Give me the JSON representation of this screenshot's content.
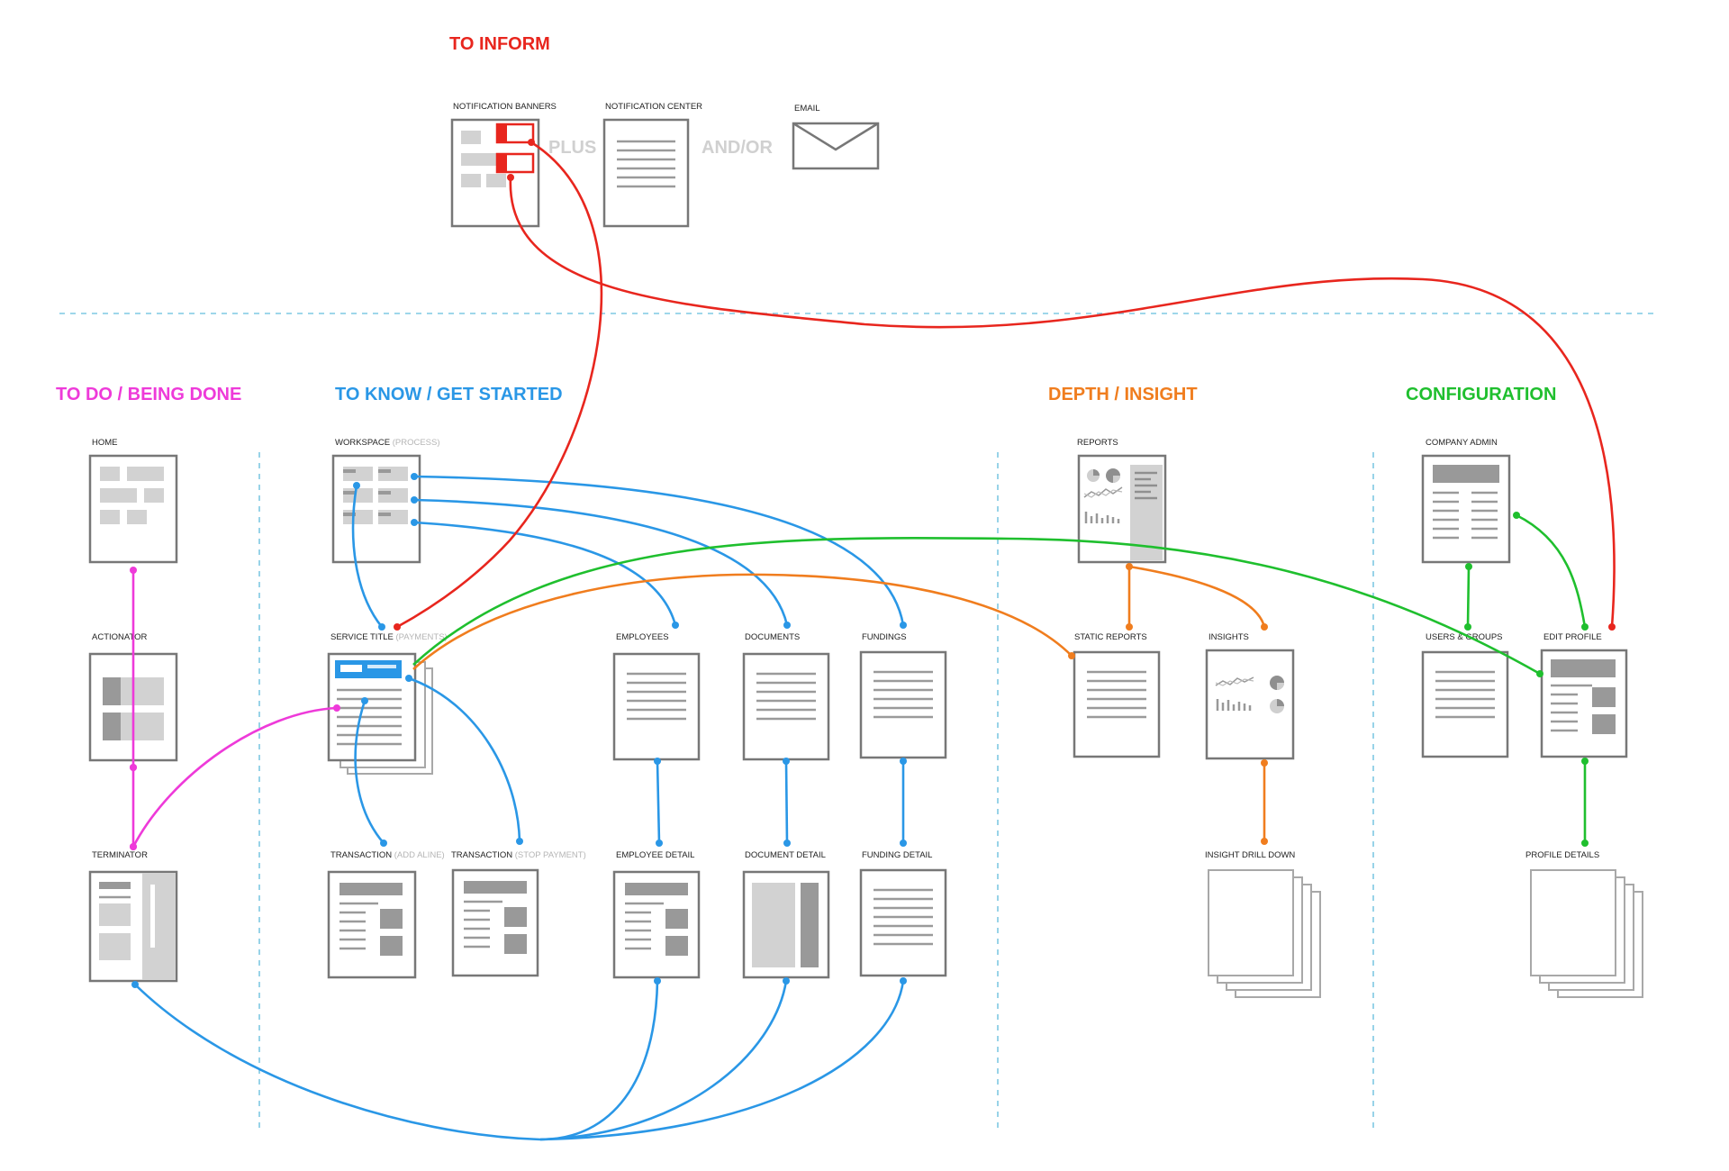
{
  "sections": {
    "inform": {
      "title": "TO INFORM",
      "color": "#e8261e"
    },
    "todo": {
      "title": "TO DO / BEING DONE",
      "color": "#ee3ad9"
    },
    "know": {
      "title": "TO KNOW / GET STARTED",
      "color": "#2a97e6"
    },
    "depth": {
      "title": "DEPTH / INSIGHT",
      "color": "#f07d1e"
    },
    "config": {
      "title": "CONFIGURATION",
      "color": "#1fbf2e"
    }
  },
  "connectors": {
    "plus": "PLUS",
    "andor": "AND/OR"
  },
  "nodes": {
    "notification_banners": {
      "label": "NOTIFICATION BANNERS"
    },
    "notification_center": {
      "label": "NOTIFICATION CENTER"
    },
    "email": {
      "label": "EMAIL"
    },
    "home": {
      "label": "HOME"
    },
    "actionator": {
      "label": "ACTIONATOR"
    },
    "terminator": {
      "label": "TERMINATOR"
    },
    "workspace": {
      "label": "WORKSPACE",
      "sub": "(PROCESS)"
    },
    "service_title": {
      "label": "SERVICE TITLE",
      "sub": "(PAYMENTS)"
    },
    "transaction_add": {
      "label": "TRANSACTION",
      "sub": "(ADD ALINE)"
    },
    "transaction_stop": {
      "label": "TRANSACTION",
      "sub": "(STOP PAYMENT)"
    },
    "employees": {
      "label": "EMPLOYEES"
    },
    "documents": {
      "label": "DOCUMENTS"
    },
    "fundings": {
      "label": "FUNDINGS"
    },
    "employee_detail": {
      "label": "EMPLOYEE DETAIL"
    },
    "document_detail": {
      "label": "DOCUMENT DETAIL"
    },
    "funding_detail": {
      "label": "FUNDING DETAIL"
    },
    "reports": {
      "label": "REPORTS"
    },
    "static_reports": {
      "label": "STATIC REPORTS"
    },
    "insights": {
      "label": "INSIGHTS"
    },
    "insight_drill_down": {
      "label": "INSIGHT DRILL DOWN"
    },
    "company_admin": {
      "label": "COMPANY ADMIN"
    },
    "users_groups": {
      "label": "USERS & GROUPS"
    },
    "edit_profile": {
      "label": "EDIT PROFILE"
    },
    "profile_details": {
      "label": "PROFILE DETAILS"
    }
  },
  "edges": [
    {
      "from": "actionator",
      "to": "home",
      "color": "#ee3ad9"
    },
    {
      "from": "terminator",
      "to": "actionator",
      "color": "#ee3ad9"
    },
    {
      "from": "terminator",
      "to": "service_title",
      "color": "#ee3ad9"
    },
    {
      "from": "workspace",
      "to": "service_title",
      "color": "#2a97e6"
    },
    {
      "from": "workspace",
      "to": "employees",
      "color": "#2a97e6"
    },
    {
      "from": "workspace",
      "to": "documents",
      "color": "#2a97e6"
    },
    {
      "from": "workspace",
      "to": "fundings",
      "color": "#2a97e6"
    },
    {
      "from": "service_title",
      "to": "transaction_add",
      "color": "#2a97e6"
    },
    {
      "from": "service_title",
      "to": "transaction_stop",
      "color": "#2a97e6"
    },
    {
      "from": "employees",
      "to": "employee_detail",
      "color": "#2a97e6"
    },
    {
      "from": "documents",
      "to": "document_detail",
      "color": "#2a97e6"
    },
    {
      "from": "fundings",
      "to": "funding_detail",
      "color": "#2a97e6"
    },
    {
      "from": "terminator",
      "to": "employee_detail",
      "color": "#2a97e6"
    },
    {
      "from": "terminator",
      "to": "document_detail",
      "color": "#2a97e6"
    },
    {
      "from": "terminator",
      "to": "funding_detail",
      "color": "#2a97e6"
    },
    {
      "from": "notification_banners",
      "to": "service_title",
      "color": "#e8261e"
    },
    {
      "from": "notification_banners",
      "to": "edit_profile",
      "color": "#e8261e"
    },
    {
      "from": "reports",
      "to": "static_reports",
      "color": "#f07d1e"
    },
    {
      "from": "reports",
      "to": "insights",
      "color": "#f07d1e"
    },
    {
      "from": "service_title",
      "to": "static_reports",
      "color": "#f07d1e"
    },
    {
      "from": "insights",
      "to": "insight_drill_down",
      "color": "#f07d1e"
    },
    {
      "from": "company_admin",
      "to": "users_groups",
      "color": "#1fbf2e"
    },
    {
      "from": "company_admin",
      "to": "edit_profile",
      "color": "#1fbf2e"
    },
    {
      "from": "service_title",
      "to": "edit_profile",
      "color": "#1fbf2e"
    },
    {
      "from": "edit_profile",
      "to": "profile_details",
      "color": "#1fbf2e"
    }
  ]
}
